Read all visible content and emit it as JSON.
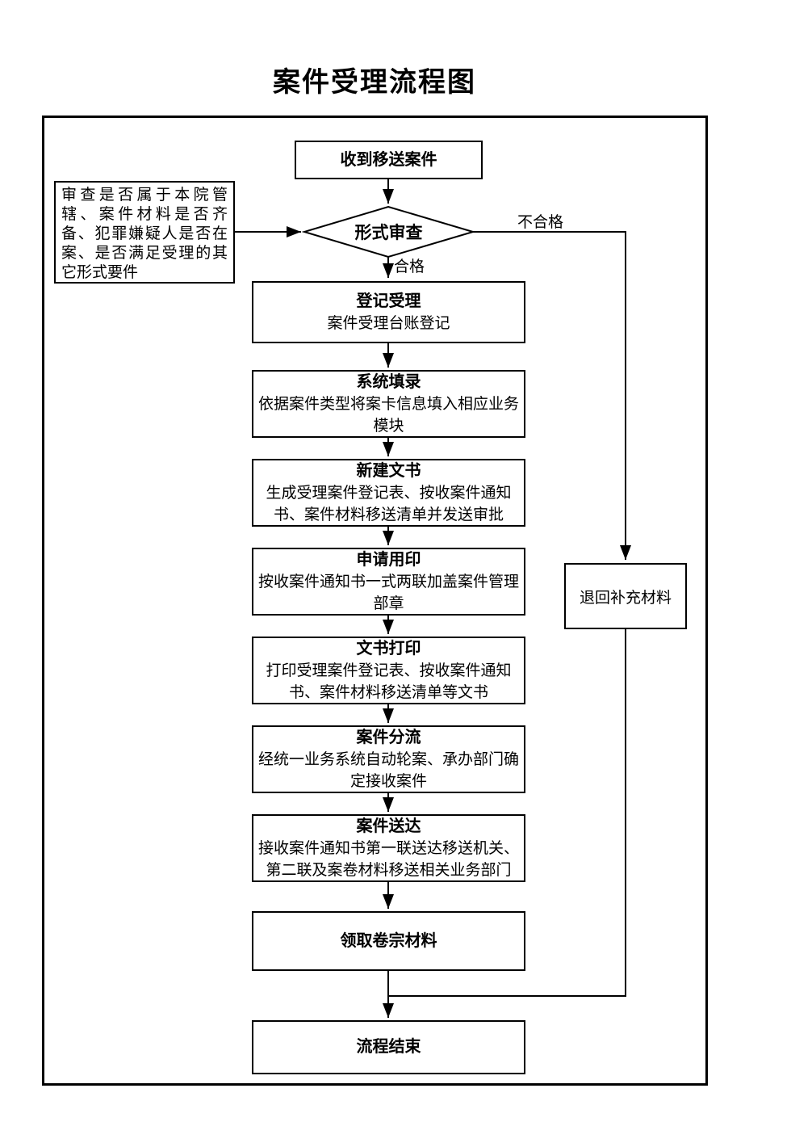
{
  "title": "案件受理流程图",
  "flow": {
    "start_label": "收到移送案件",
    "decision_label": "形式审查",
    "decision_note": "审查是否属于本院管辖、案件材料是否齐备、犯罪嫌疑人是否在案、是否满足受理的其它形式要件",
    "pass_label": "合格",
    "fail_label": "不合格",
    "return_label": "退回补充材料",
    "steps": [
      {
        "title": "登记受理",
        "desc": "案件受理台账登记"
      },
      {
        "title": "系统填录",
        "desc": "依据案件类型将案卡信息填入相应业务模块"
      },
      {
        "title": "新建文书",
        "desc": "生成受理案件登记表、按收案件通知书、案件材料移送清单并发送审批"
      },
      {
        "title": "申请用印",
        "desc": "按收案件通知书一式两联加盖案件管理部章"
      },
      {
        "title": "文书打印",
        "desc": "打印受理案件登记表、按收案件通知书、案件材料移送清单等文书"
      },
      {
        "title": "案件分流",
        "desc": "经统一业务系统自动轮案、承办部门确定接收案件"
      },
      {
        "title": "案件送达",
        "desc": "接收案件通知书第一联送达移送机关、第二联及案卷材料移送相关业务部门"
      },
      {
        "title": "领取卷宗材料",
        "desc": ""
      },
      {
        "title": "流程结束",
        "desc": ""
      }
    ],
    "colors": {
      "line": "#000000",
      "box_border": "#000000",
      "box_fill": "#ffffff"
    }
  }
}
